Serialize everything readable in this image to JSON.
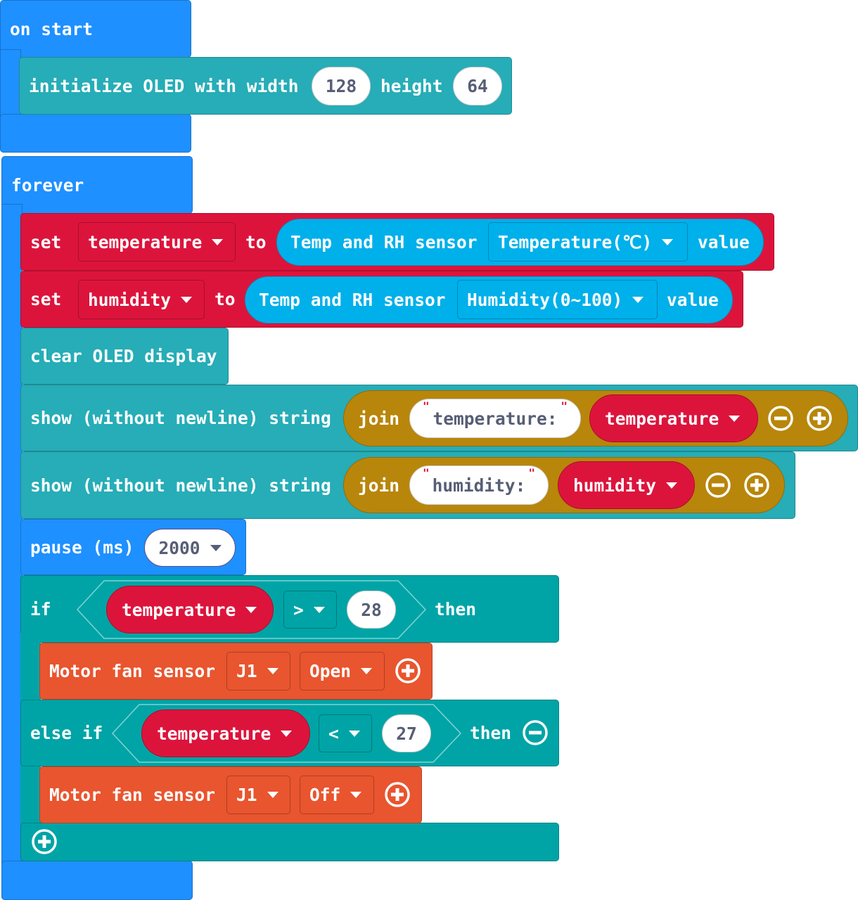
{
  "on_start": {
    "label": "on start",
    "init_oled": {
      "label": "initialize OLED with width",
      "width": "128",
      "height_label": "height",
      "height": "64"
    }
  },
  "forever": {
    "label": "forever",
    "set_temp": {
      "set": "set",
      "var": "temperature",
      "to": "to",
      "sensor": "Temp and RH sensor",
      "option": "Temperature(℃)",
      "value": "value"
    },
    "set_hum": {
      "set": "set",
      "var": "humidity",
      "to": "to",
      "sensor": "Temp and RH sensor",
      "option": "Humidity(0~100)",
      "value": "value"
    },
    "clear": "clear OLED display",
    "show1": {
      "label": "show (without newline) string",
      "join": "join",
      "str": "temperature:",
      "var": "temperature"
    },
    "show2": {
      "label": "show (without newline) string",
      "join": "join",
      "str": "humidity:",
      "var": "humidity"
    },
    "pause": {
      "label": "pause (ms)",
      "value": "2000"
    },
    "if": {
      "if": "if",
      "var": "temperature",
      "op": ">",
      "num": "28",
      "then": "then",
      "motor1": {
        "label": "Motor fan sensor",
        "port": "J1",
        "state": "Open"
      },
      "elseif": "else if",
      "var2": "temperature",
      "op2": "<",
      "num2": "27",
      "then2": "then",
      "motor2": {
        "label": "Motor fan sensor",
        "port": "J1",
        "state": "Off"
      }
    }
  },
  "colors": {
    "events": "#1e90ff",
    "oled": "#26adb7",
    "variables": "#dc143c",
    "logic": "#00a4a6",
    "motor": "#e8552f",
    "sensor": "#00b0ea",
    "text": "#b8860b"
  }
}
